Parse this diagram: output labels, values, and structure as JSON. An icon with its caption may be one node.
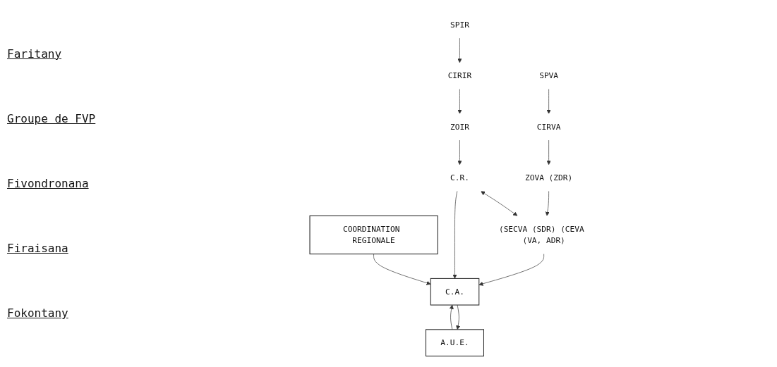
{
  "diagram": {
    "nodes": [
      {
        "text": [
          "SPIR"
        ]
      },
      {
        "text": [
          "CIRIR"
        ]
      },
      {
        "text": [
          "ZOIR"
        ]
      },
      {
        "text": [
          "C.R."
        ]
      },
      {
        "text": [
          "COORDINATION REGIONALE"
        ]
      },
      {
        "text": [
          "C.A."
        ]
      },
      {
        "text": [
          "A.U.E."
        ]
      },
      {
        "text": [
          "SPVA"
        ]
      },
      {
        "text": [
          "CIRVA"
        ]
      },
      {
        "text": [
          "ZOVA (ZDR)"
        ]
      },
      {
        "text": [
          "(SECVA (SDR) (CEVA (VA, ADR)"
        ]
      }
    ],
    "edges": [
      {
        "from": 0,
        "to": 1,
        "arrow": "to"
      },
      {
        "from": 1,
        "to": 2,
        "arrow": "to"
      },
      {
        "from": 2,
        "to": 3,
        "arrow": "to"
      },
      {
        "from": 4,
        "to": 5,
        "arrow": "to"
      },
      {
        "from": 7,
        "to": 8,
        "arrow": "to"
      },
      {
        "from": 8,
        "to": 9,
        "arrow": "to"
      },
      {
        "from": 9,
        "to": 10,
        "arrow": "to"
      },
      {
        "from": 3,
        "to": 10,
        "arrow": "both"
      },
      {
        "from": 3,
        "to": 5,
        "arrow": "to"
      },
      {
        "from": 10,
        "to": 5,
        "arrow": "to"
      },
      {
        "from": 6,
        "to": 5,
        "arrow": "to"
      },
      {
        "from": 5,
        "to": 6,
        "arrow": "to"
      }
    ],
    "labels": [
      "Faritany",
      "Groupe de FVP",
      "Fivondronana",
      "Firaisana",
      "Fokontany"
    ]
  }
}
